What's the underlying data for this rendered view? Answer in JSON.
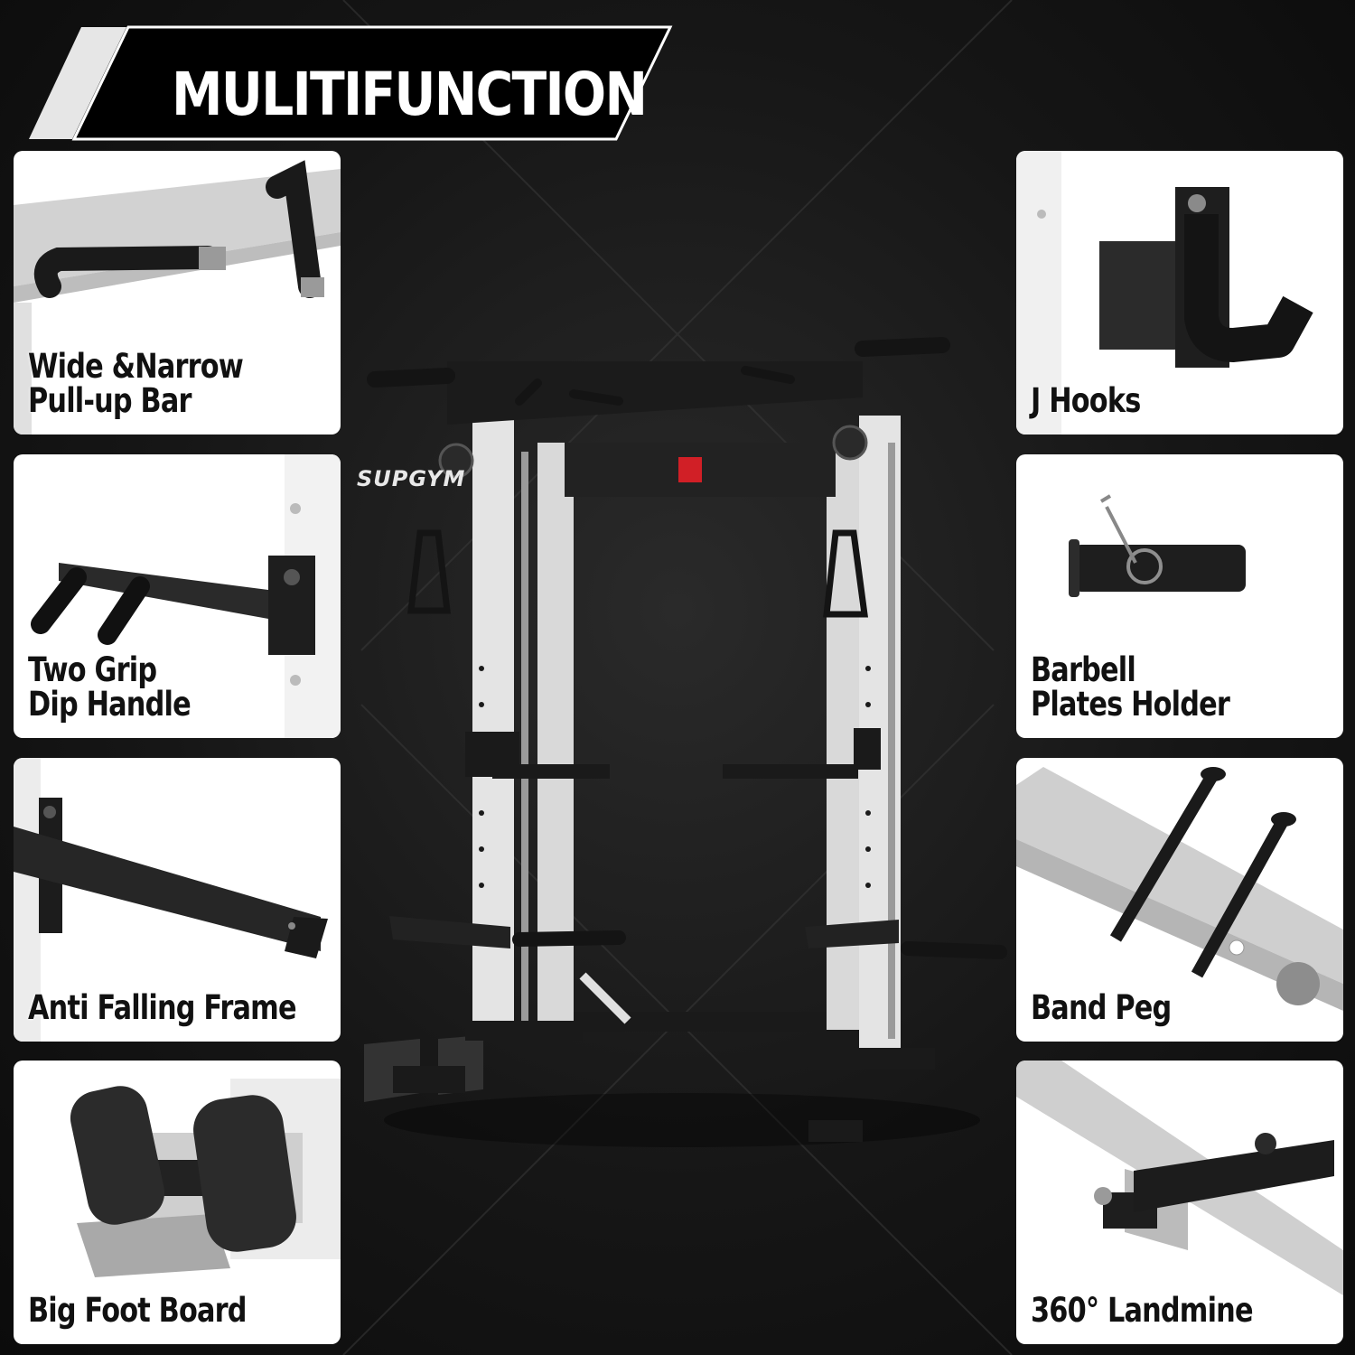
{
  "banner": {
    "title": "MULITIFUNCTION"
  },
  "brand": {
    "name": "SUPGYM"
  },
  "colors": {
    "background": "#141414",
    "card": "#ffffff",
    "brand_red": "#d11f26",
    "steel": "#cfcfcf"
  },
  "features_left": [
    {
      "line1": "Wide &Narrow",
      "line2": "Pull-up Bar"
    },
    {
      "line1": "Two Grip",
      "line2": "Dip Handle"
    },
    {
      "line1": "Anti Falling Frame",
      "line2": ""
    },
    {
      "line1": "Big Foot Board",
      "line2": ""
    }
  ],
  "features_right": [
    {
      "line1": "J Hooks",
      "line2": ""
    },
    {
      "line1": "Barbell",
      "line2": "Plates Holder"
    },
    {
      "line1": "Band Peg",
      "line2": ""
    },
    {
      "line1": "360° Landmine",
      "line2": ""
    }
  ]
}
